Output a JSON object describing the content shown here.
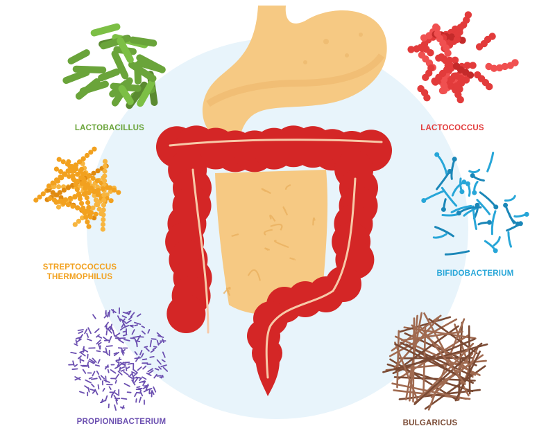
{
  "colors": {
    "background_circle": "#e8f4fb",
    "intestine_red": "#d42626",
    "intestine_dark": "#a81a1a",
    "stomach": "#f6c983",
    "lactobacillus": "#6aa43a",
    "lactococcus": "#e23b3b",
    "streptococcus": "#f2a11f",
    "bifidobacterium": "#27a6d8",
    "propionibacterium": "#6b4fb0",
    "bulgaricus": "#7a4a34"
  },
  "bacteria": [
    {
      "id": "lactobacillus",
      "label": "LACTOBACILLUS",
      "color": "#6aa43a"
    },
    {
      "id": "lactococcus",
      "label": "LACTOCOCCUS",
      "color": "#e23b3b"
    },
    {
      "id": "streptococcus",
      "label_line1": "STREPTOCOCCUS",
      "label_line2": "THERMOPHILUS",
      "color": "#f2a11f"
    },
    {
      "id": "bifidobacterium",
      "label": "BIFIDOBACTERIUM",
      "color": "#27a6d8"
    },
    {
      "id": "propionibacterium",
      "label": "PROPIONIBACTERIUM",
      "color": "#6b4fb0"
    },
    {
      "id": "bulgaricus",
      "label": "BULGARICUS",
      "color": "#7a4a34"
    }
  ]
}
